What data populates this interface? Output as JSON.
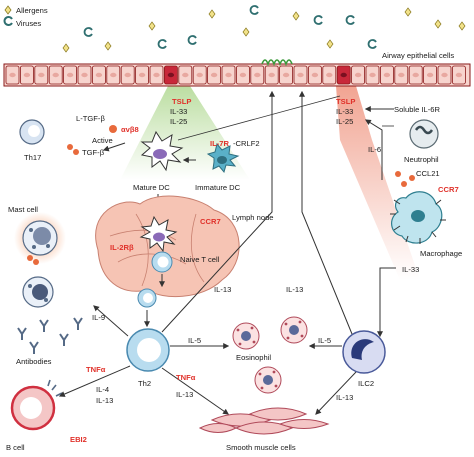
{
  "legend": {
    "allergens": "Allergens",
    "viruses": "Viruses"
  },
  "epithelium": {
    "label": "Airway epithelial cells",
    "cytokines_left": [
      "TSLP",
      "IL-33",
      "IL-25"
    ],
    "cytokines_right": [
      "TSLP",
      "IL-33",
      "IL-25"
    ]
  },
  "labels": {
    "th17": "Th17",
    "l_tgf": "L-TGF-β",
    "avb8": "αvβ8",
    "active": "Active",
    "tgf": "TGF-β",
    "il7r": "IL-7R",
    "crlf2": "-CRLF2",
    "mature_dc": "Mature DC",
    "immature_dc": "Immature DC",
    "lymph_node": "Lymph node",
    "ccr7": "CCR7",
    "il2rb": "IL-2Rβ",
    "naive_t": "Naive T cell",
    "mast_cell": "Mast cell",
    "antibodies": "Antibodies",
    "th2": "Th2",
    "il9": "IL-9",
    "il13_a": "IL-13",
    "il13_b": "IL-13",
    "il13_c": "IL-13",
    "il13_d": "IL-13",
    "il5_a": "IL-5",
    "il5_b": "IL-5",
    "eosinophil": "Eosinophil",
    "ilc2": "ILC2",
    "tnfa_a": "TNFα",
    "tnfa_b": "TNFα",
    "il4": "IL-4",
    "il13_th2": "IL-13",
    "b_cell": "B cell",
    "ebi2": "EBI2",
    "smooth_muscle": "Smooth muscle cells",
    "soluble_il6r": "Soluble IL-6R",
    "il6": "IL-6",
    "neutrophil": "Neutrophil",
    "ccl21": "CCL21",
    "ccr7_mac": "CCR7",
    "macrophage": "Macrophage",
    "il33_mac": "IL-33"
  },
  "colors": {
    "red_label": "#e0312a",
    "epithelium_fill": "#f7d4ce",
    "epithelium_border": "#8a1a1a",
    "tslp_cell": "#c8283a",
    "green_cone": "#cfe8b8",
    "red_cone": "#f3b8a8",
    "arrow": "#333333",
    "allergen": "#f2e28a",
    "virus": "#7aa8a8"
  }
}
